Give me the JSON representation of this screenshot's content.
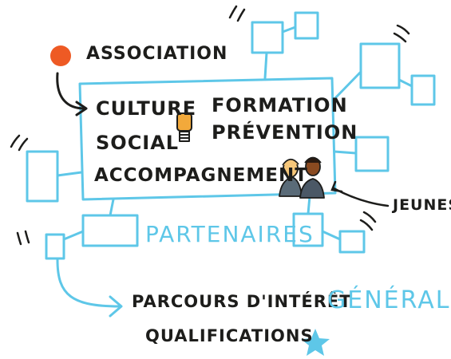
{
  "texts": {
    "association": "ASSOCIATION",
    "culture": "CULTURE",
    "formation": "FORMATION",
    "social": "SOCIAL",
    "prevention": "PRÉVENTION",
    "accompagnement": "ACCOMPAGNEMENT",
    "jeunes": "JEUNES",
    "partenaires": "PARTENAIRES",
    "parcours": "PARCOURS D'INTÉRÊT",
    "general": "GÉNÉRAL",
    "qualifications": "QUALIFICATIONS"
  },
  "colors": {
    "ink": "#1d1d1b",
    "blue": "#5ec7e8",
    "orange": "#ee5a24",
    "lamp": "#f2a93b",
    "skin_light": "#f6c77a",
    "skin_dark": "#8a4a20",
    "hair_dark": "#2a1a10"
  },
  "icons": {
    "bullet": "orange-dot-icon",
    "start_arrow": "arrow-icon",
    "central_icon": "lightbulb-icon",
    "youth": "people-icon",
    "end_marker": "star-icon"
  }
}
